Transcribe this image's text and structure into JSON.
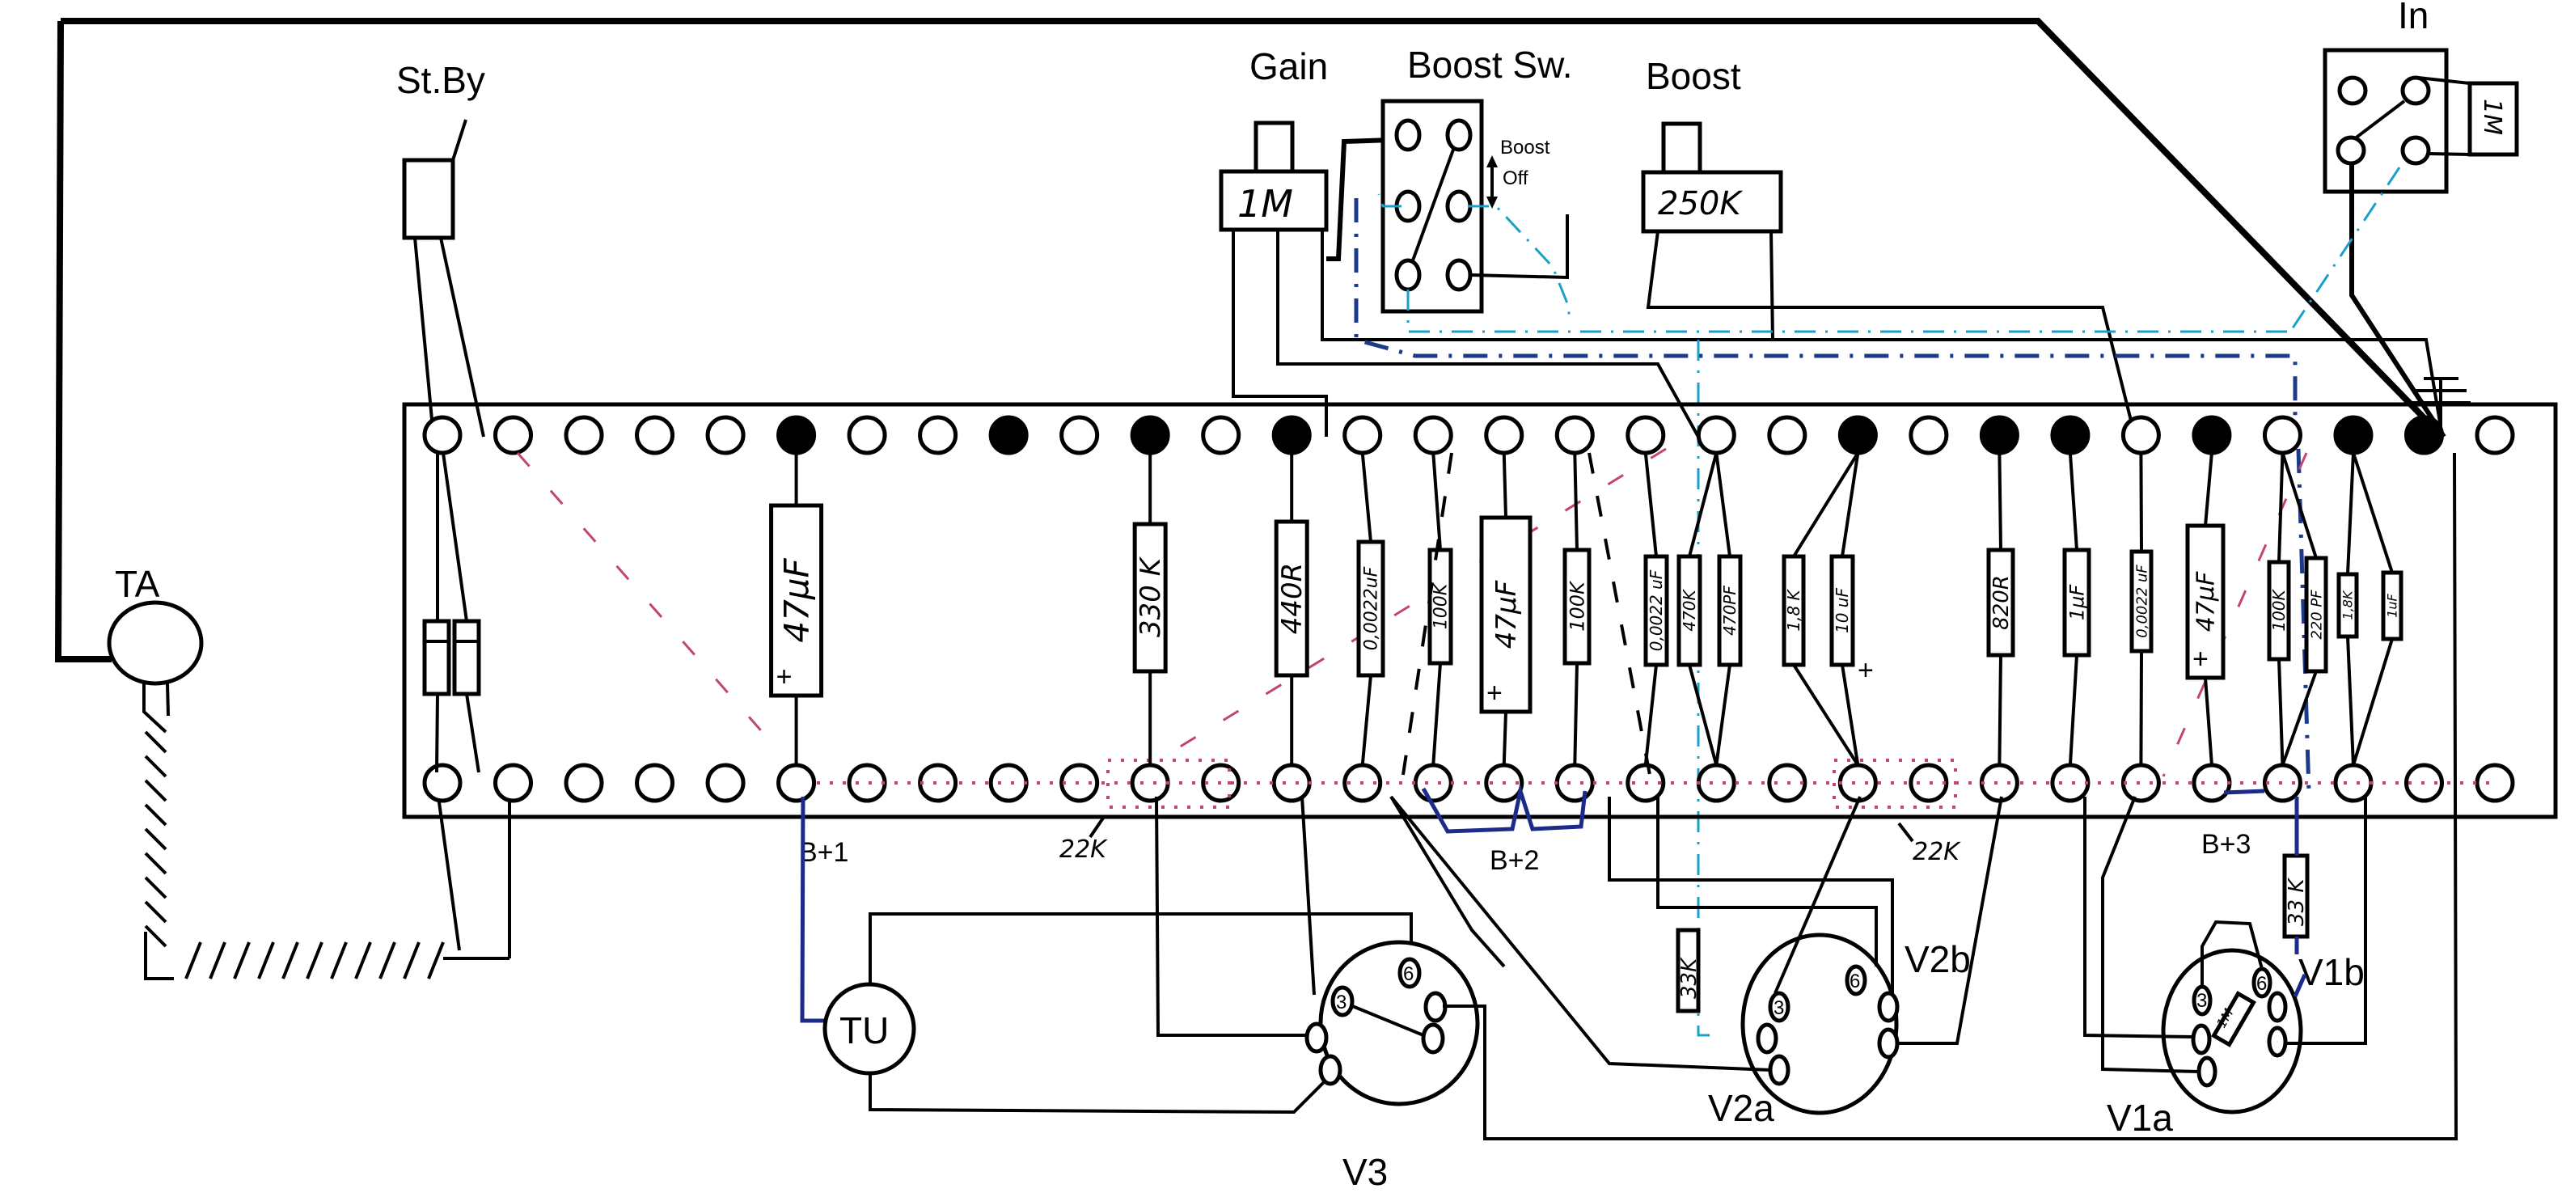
{
  "title_labels": {
    "standby": "St.By",
    "gain": "Gain",
    "boost_switch": "Boost Sw.",
    "boost": "Boost",
    "input": "In",
    "ta": "TA",
    "tu": "TU",
    "v3": "V3",
    "v2a": "V2a",
    "v2b": "V2b",
    "v1a": "V1a",
    "v1b": "V1b"
  },
  "pots": {
    "gain_value": "1M",
    "boost_value": "250K",
    "input_resistor": "1M"
  },
  "boost_switch": {
    "position_up": "Boost",
    "position_down": "Off"
  },
  "board": {
    "columns": 30,
    "filled_top_holes": [
      5,
      8,
      10,
      12,
      20,
      22,
      23,
      25,
      27,
      28
    ],
    "components": [
      {
        "id": "c1",
        "value": "47µF",
        "type": "electrolytic",
        "polarity": "+"
      },
      {
        "id": "r1",
        "value": "330 K",
        "type": "resistor"
      },
      {
        "id": "r2",
        "value": "440R",
        "type": "resistor"
      },
      {
        "id": "c2",
        "value": "0,0022uF",
        "type": "capacitor"
      },
      {
        "id": "r3",
        "value": "100K",
        "type": "resistor"
      },
      {
        "id": "c3",
        "value": "47µF",
        "type": "electrolytic",
        "polarity": "+"
      },
      {
        "id": "r4",
        "value": "100K",
        "type": "resistor"
      },
      {
        "id": "c4",
        "value": "0,0022 uF",
        "type": "capacitor"
      },
      {
        "id": "r5",
        "value": "470K",
        "type": "resistor"
      },
      {
        "id": "c5",
        "value": "470PF",
        "type": "capacitor"
      },
      {
        "id": "r6",
        "value": "1,8 K",
        "type": "resistor"
      },
      {
        "id": "c6",
        "value": "10 uF",
        "type": "electrolytic",
        "polarity": "+"
      },
      {
        "id": "r7",
        "value": "820R",
        "type": "resistor"
      },
      {
        "id": "c7",
        "value": "1µF",
        "type": "capacitor"
      },
      {
        "id": "c8",
        "value": "0,0022 uF",
        "type": "capacitor"
      },
      {
        "id": "c9",
        "value": "47µF",
        "type": "electrolytic",
        "polarity": "+"
      },
      {
        "id": "r8",
        "value": "100K",
        "type": "resistor"
      },
      {
        "id": "c10",
        "value": "220 PF",
        "type": "capacitor"
      },
      {
        "id": "r9",
        "value": "1,8K",
        "type": "resistor"
      },
      {
        "id": "c11",
        "value": "1uF",
        "type": "capacitor"
      }
    ]
  },
  "off_board": {
    "r_33k_a": "33K",
    "r_33k_b": "33 K",
    "r_1m_tube": "1M",
    "r_22k_a": "22K",
    "r_22k_b": "22K"
  },
  "supply_labels": {
    "b1": "B+1",
    "b2": "B+2",
    "b3": "B+3"
  },
  "tube_pins": {
    "pin3": "3",
    "pin6": "6"
  },
  "colors": {
    "wire": "#000000",
    "heater_trace": "#c2466b",
    "shielded_signal": "#1aa0c8",
    "ground_bus": "#1c2a8a"
  }
}
